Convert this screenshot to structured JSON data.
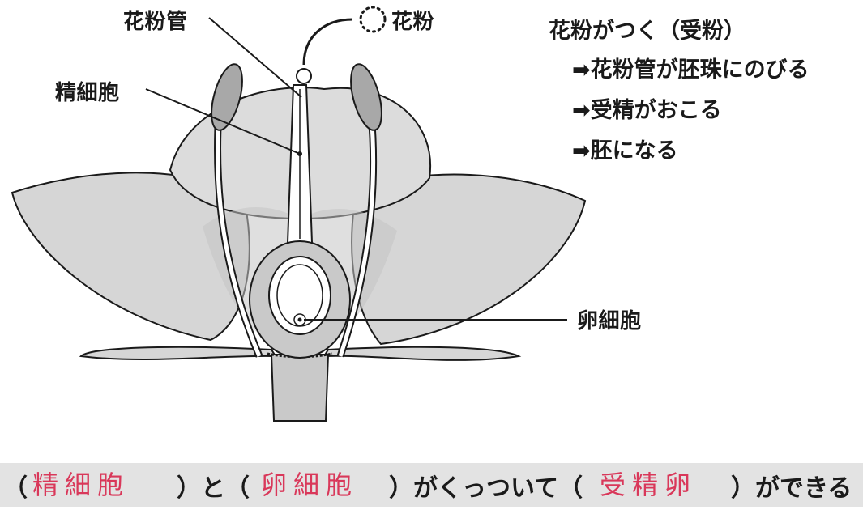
{
  "labels": {
    "pollen_tube": "花粉管",
    "pollen": "花粉",
    "sperm_cell": "精細胞",
    "egg_cell": "卵細胞"
  },
  "notes": {
    "title": "花粉がつく（受粉）",
    "steps": [
      "➡花粉管が胚珠にのびる",
      "➡受精がおこる",
      "➡胚になる"
    ]
  },
  "bottom": {
    "p1_open": "（",
    "answer1": "精細胞",
    "p1_close": "）と（",
    "answer2": "卵細胞",
    "p2_close": "）がくっついて（",
    "answer3": "受精卵",
    "p3_close": "）ができる"
  },
  "colors": {
    "petal": "#d6d6d6",
    "petal_dark": "#bdbdbd",
    "outline": "#1a1a1a",
    "answer": "#d9385a",
    "bottom_band": "#e3e3e3"
  }
}
